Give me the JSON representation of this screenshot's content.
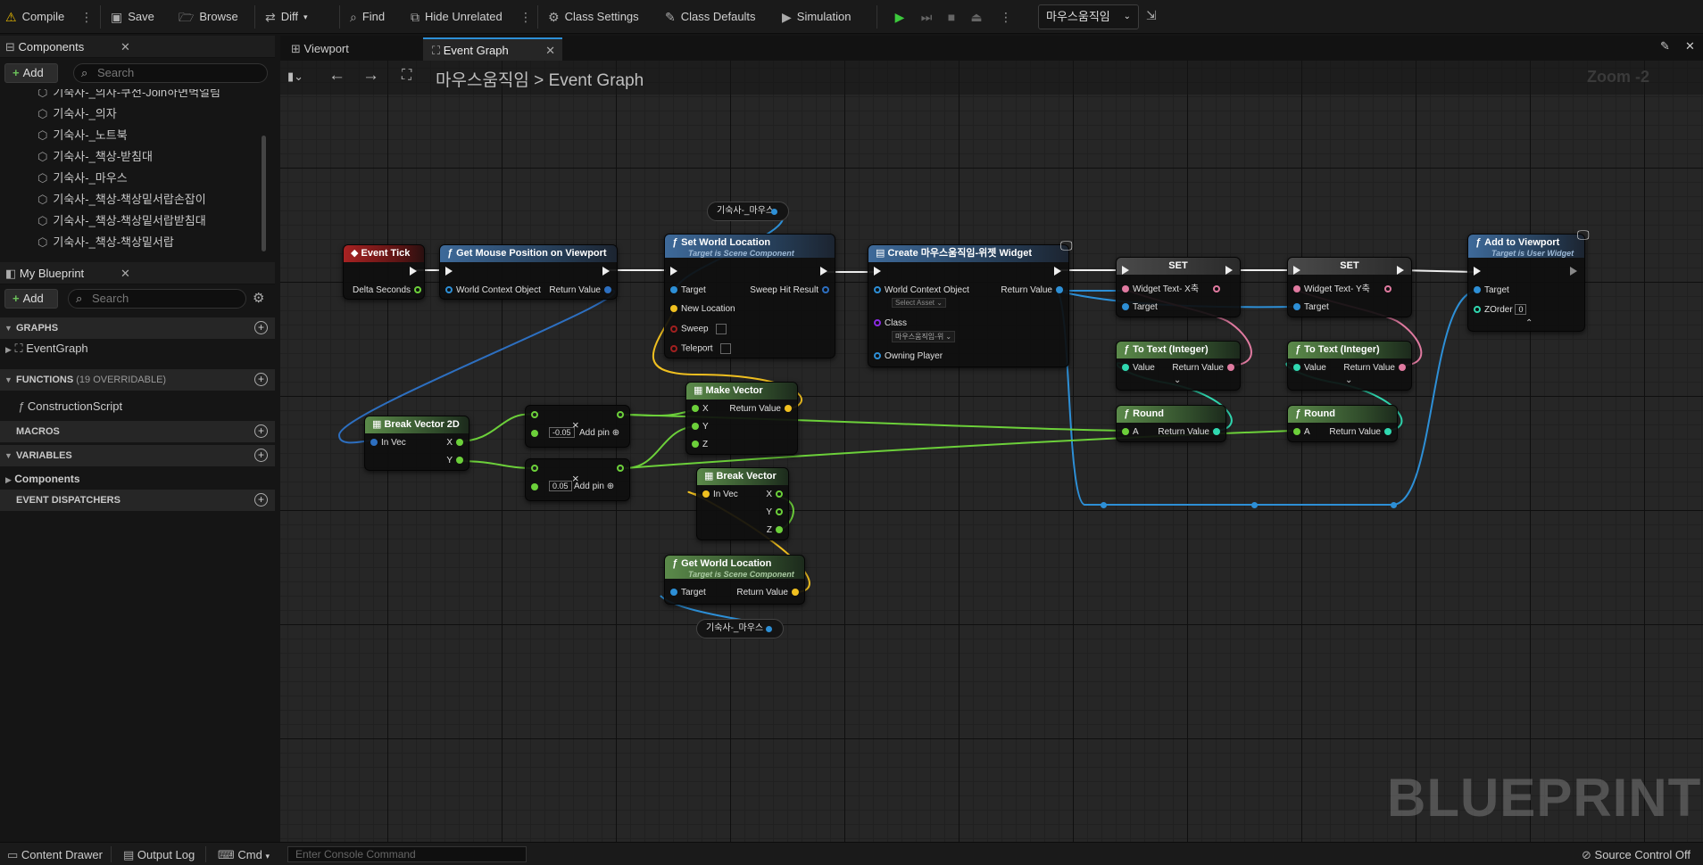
{
  "toolbar": {
    "compile": "Compile",
    "save": "Save",
    "browse": "Browse",
    "diff": "Diff",
    "find": "Find",
    "hide_unrelated": "Hide Unrelated",
    "class_settings": "Class Settings",
    "class_defaults": "Class Defaults",
    "simulation": "Simulation",
    "debug_object": "마우스움직임"
  },
  "components_panel": {
    "title": "Components",
    "add": "Add",
    "search_placeholder": "Search",
    "items": [
      "기숙사-_의자-쿠션-Join하면벽얼림",
      "기숙사-_의자",
      "기숙사-_노트북",
      "기숙사-_책상-받침대",
      "기숙사-_마우스",
      "기숙사-_책상-책상밑서랍손잡이",
      "기숙사-_책상-책상밑서랍받침대",
      "기숙사-_책상-책상밑서랍"
    ]
  },
  "my_blueprint": {
    "title": "My Blueprint",
    "add": "Add",
    "search_placeholder": "Search",
    "graphs": "GRAPHS",
    "event_graph": "EventGraph",
    "functions": "FUNCTIONS",
    "functions_count": "(19 OVERRIDABLE)",
    "construction_script": "ConstructionScript",
    "macros": "MACROS",
    "variables": "VARIABLES",
    "components": "Components",
    "event_dispatchers": "EVENT DISPATCHERS"
  },
  "tabs": {
    "viewport": "Viewport",
    "event_graph": "Event Graph"
  },
  "breadcrumb": {
    "root": "마우스움직임",
    "sep": ">",
    "current": "Event Graph"
  },
  "zoom": "Zoom -2",
  "nodes": {
    "event_tick": {
      "title": "Event Tick",
      "pin": "Delta Seconds"
    },
    "get_mouse": {
      "title": "Get Mouse Position on Viewport",
      "in": "World Context Object",
      "out": "Return Value"
    },
    "set_world": {
      "title": "Set World Location",
      "sub": "Target is Scene Component",
      "target": "Target",
      "new_loc": "New Location",
      "sweep": "Sweep",
      "teleport": "Teleport",
      "sweep_hit": "Sweep Hit Result"
    },
    "var_top": "기숙사-_마우스",
    "create_widget": {
      "title": "Create 마우스움직임-위젯 Widget",
      "wco": "World Context Object",
      "select_asset": "Select Asset",
      "class": "Class",
      "class_val": "마우스움직임-위",
      "owning": "Owning Player",
      "ret": "Return Value"
    },
    "set1": {
      "title": "SET",
      "pin": "Widget Text- X축",
      "target": "Target"
    },
    "set2": {
      "title": "SET",
      "pin": "Widget Text- Y축",
      "target": "Target"
    },
    "add_viewport": {
      "title": "Add to Viewport",
      "sub": "Target is User Widget",
      "target": "Target",
      "zorder": "ZOrder",
      "zorder_val": "0"
    },
    "totext1": {
      "title": "To Text (Integer)",
      "value": "Value",
      "ret": "Return Value"
    },
    "totext2": {
      "title": "To Text (Integer)",
      "value": "Value",
      "ret": "Return Value"
    },
    "round1": {
      "title": "Round",
      "a": "A",
      "ret": "Return Value"
    },
    "round2": {
      "title": "Round",
      "a": "A",
      "ret": "Return Value"
    },
    "break2d": {
      "title": "Break Vector 2D",
      "in": "In Vec",
      "x": "X",
      "y": "Y"
    },
    "mul1": {
      "val": "-0.05",
      "addpin": "Add pin"
    },
    "mul2": {
      "val": "0.05",
      "addpin": "Add pin"
    },
    "make_vector": {
      "title": "Make Vector",
      "x": "X",
      "y": "Y",
      "z": "Z",
      "ret": "Return Value"
    },
    "break_vector": {
      "title": "Break Vector",
      "in": "In Vec",
      "x": "X",
      "y": "Y",
      "z": "Z"
    },
    "get_world": {
      "title": "Get World Location",
      "sub": "Target is Scene Component",
      "target": "Target",
      "ret": "Return Value"
    },
    "var_bottom": "기숙사-_마우스"
  },
  "watermark": "BLUEPRINT",
  "statusbar": {
    "content_drawer": "Content Drawer",
    "output_log": "Output Log",
    "cmd": "Cmd",
    "console_placeholder": "Enter Console Command",
    "source_control": "Source Control Off"
  },
  "colors": {
    "exec": "#eeeeee",
    "vector": "#f0c020",
    "object": "#2d8fd6",
    "float": "#6cd03a",
    "text": "#e07aa0",
    "int": "#30d8b0",
    "struct": "#2d8fd6"
  }
}
